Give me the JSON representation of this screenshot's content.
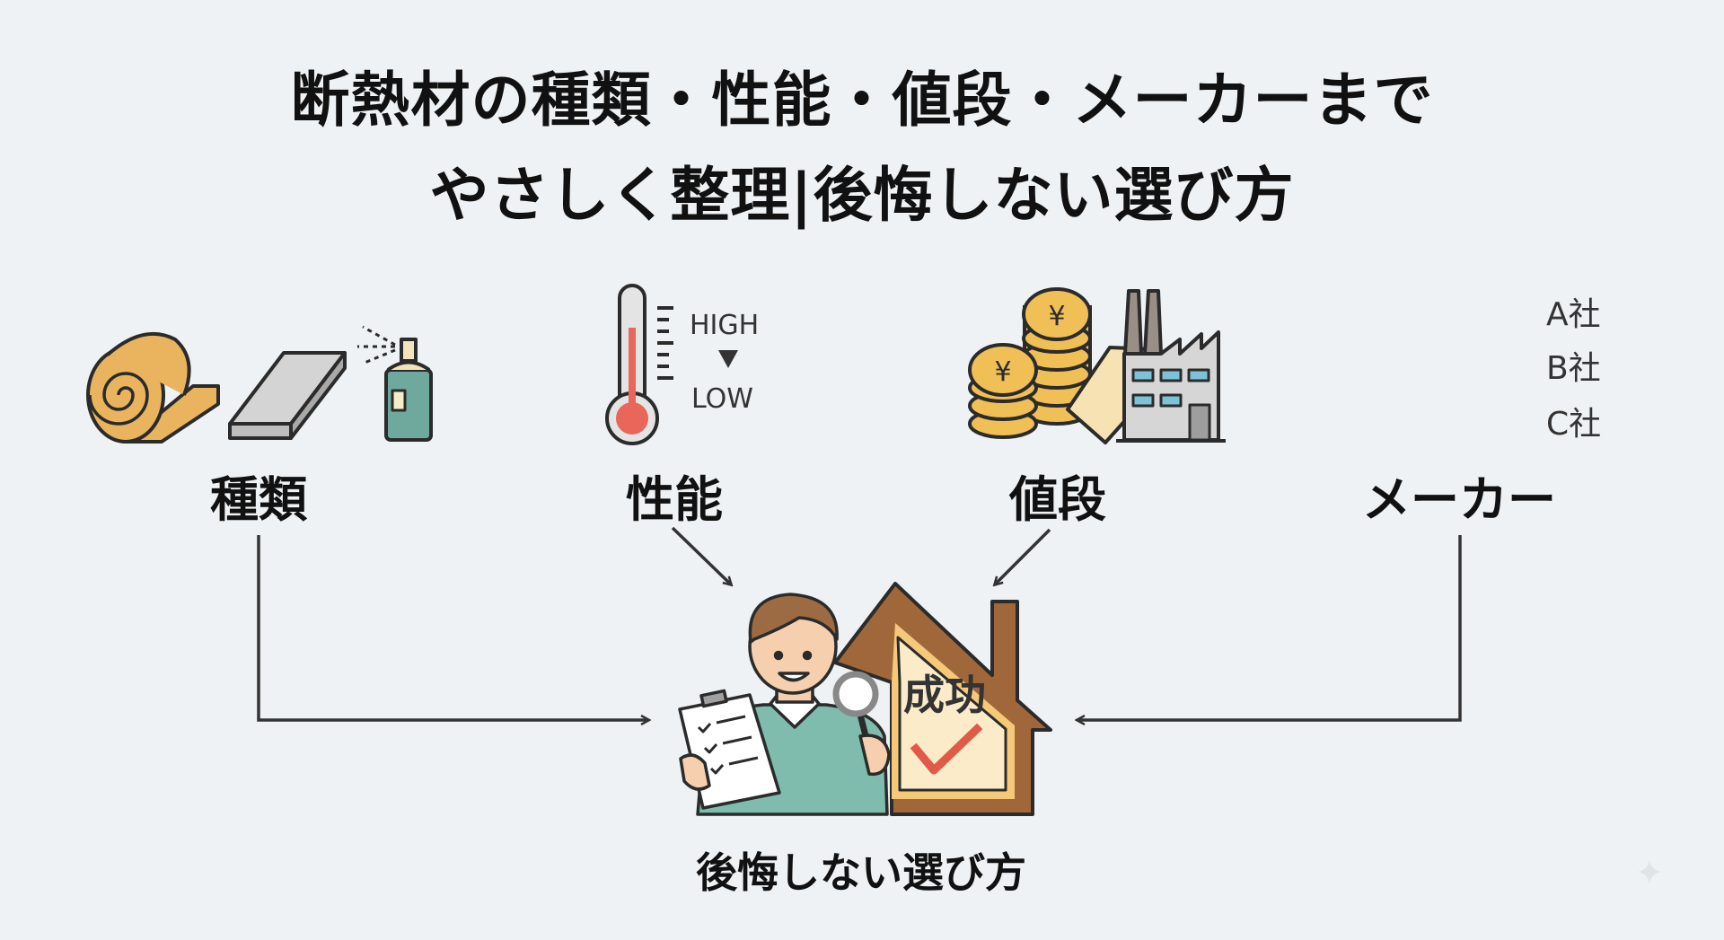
{
  "title": {
    "line1": "断熱材の種類・性能・値段・メーカーまで",
    "line2": "やさしく整理|後悔しない選び方"
  },
  "categories": [
    {
      "label": "種類",
      "icon": "insulation-materials-icon"
    },
    {
      "label": "性能",
      "icon": "thermometer-icon"
    },
    {
      "label": "値段",
      "icon": "yen-coins-price-tag-icon"
    },
    {
      "label": "メーカー",
      "icon": "factory-icon"
    }
  ],
  "performance": {
    "high": "HIGH",
    "low": "LOW"
  },
  "makers": [
    "A社",
    "B社",
    "C社"
  ],
  "center": {
    "house_text": "成功",
    "caption": "後悔しない選び方"
  },
  "colors": {
    "background": "#eef2f4",
    "outline": "#2b2b2b",
    "wool": "#eab45f",
    "coin": "#f0bf55",
    "spray": "#6fa89c",
    "thermo": "#e8665a",
    "house": "#a0683a",
    "sweater": "#7fbcae",
    "check": "#e05a48"
  }
}
